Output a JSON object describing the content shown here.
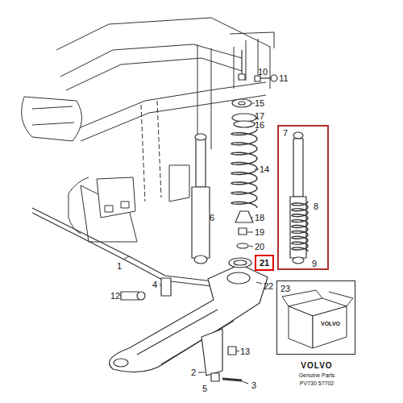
{
  "diagram": {
    "nodes": [
      {
        "text": [
          "7",
          "8",
          "9"
        ]
      },
      {
        "text": [
          "23",
          "VOLVO"
        ]
      },
      {
        "text": [
          "21"
        ]
      }
    ],
    "labels": [
      "11",
      "10",
      "15",
      "17",
      "16",
      "14",
      "6",
      "18",
      "19",
      "20",
      "22",
      "1",
      "4",
      "12",
      "13",
      "2",
      "5",
      "3",
      "VOLVO",
      "Genuine Parts",
      "PV730 57702"
    ]
  }
}
